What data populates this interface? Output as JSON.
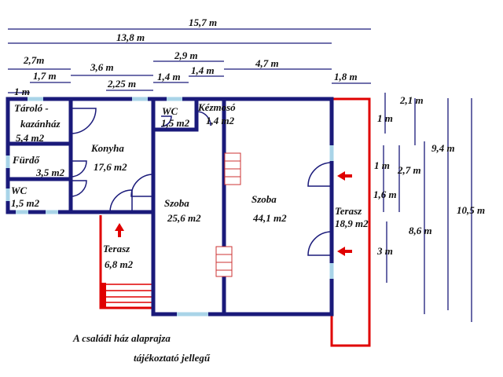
{
  "colors": {
    "wall": "#1a1a7a",
    "dimension_line": "#1a1a7a",
    "terrace": "#e00000",
    "window": "#a9d4e8",
    "text": "#111111"
  },
  "dimensions": {
    "d157": "15,7 m",
    "d138": "13,8 m",
    "d27": "2,7m",
    "d17": "1,7 m",
    "d36": "3,6 m",
    "d225": "2,25 m",
    "d29": "2,9 m",
    "d14a": "1,4 m",
    "d14b": "1,4 m",
    "d47": "4,7 m",
    "d18": "1,8 m",
    "d1left": "1 m",
    "d21": "2,1 m",
    "d1a": "1 m",
    "d94": "9,4 m",
    "d1b": "1 m",
    "d27r": "2,7 m",
    "d16": "1,6 m",
    "d105": "10,5 m",
    "d86": "8,6 m",
    "d3": "3 m"
  },
  "rooms": {
    "taroloA": "Tároló -",
    "taroloB": "kazánház",
    "taroloArea": "5,4 m2",
    "furdo": "Fürdő",
    "furdoArea": "3,5 m2",
    "wc1": "WC",
    "wc1Area": "1,5 m2",
    "konyha": "Konyha",
    "konyhaArea": "17,6 m2",
    "wc2": "WC",
    "wc2Area": "1,5 m2",
    "kezmoso": "Kézmosó",
    "kezmosoArea": "1,4 m2",
    "szoba1": "Szoba",
    "szoba1Area": "25,6 m2",
    "szoba2": "Szoba",
    "szoba2Area": "44,1 m2",
    "terasz1": "Terasz",
    "terasz1Area": "6,8 m2",
    "terasz2": "Terasz",
    "terasz2Area": "18,9 m2"
  },
  "caption": {
    "line1": "A családi ház alaprajza",
    "line2": "tájékoztató jellegű"
  }
}
